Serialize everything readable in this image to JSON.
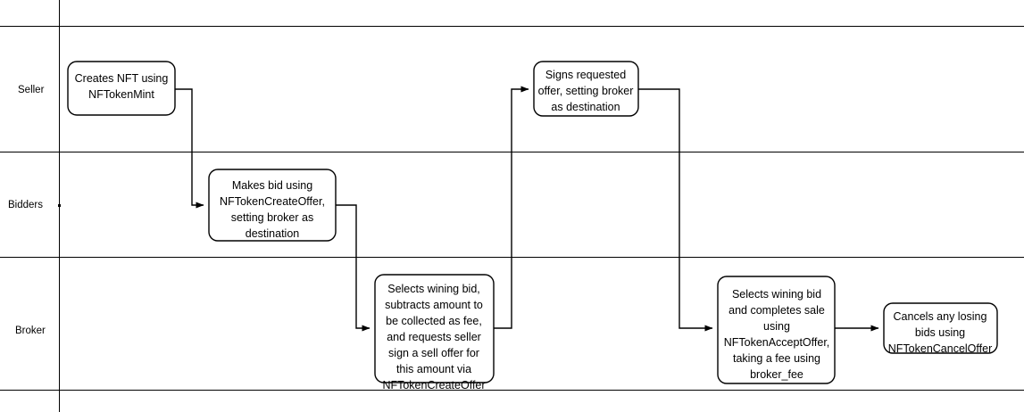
{
  "diagram": {
    "title": "NFT brokered sale swimlane flow",
    "type": "swimlane-flowchart",
    "colors": {
      "background": "#ffffff",
      "stroke": "#000000",
      "node_fill": "#ffffff"
    },
    "lanes": [
      {
        "id": "seller",
        "label": "Seller"
      },
      {
        "id": "bidders",
        "label": "Bidders"
      },
      {
        "id": "broker",
        "label": "Broker"
      }
    ],
    "nodes": [
      {
        "id": "node-creates-nft",
        "lane": "seller",
        "lines": [
          "Creates NFT using",
          "NFTokenMint"
        ]
      },
      {
        "id": "node-makes-bid",
        "lane": "bidders",
        "lines": [
          "Makes bid using",
          "NFTokenCreateOffer,",
          "setting broker as",
          "destination"
        ]
      },
      {
        "id": "node-selects-wining-bid",
        "lane": "broker",
        "lines": [
          "Selects wining bid,",
          "subtracts amount to",
          "be collected as fee,",
          "and requests seller",
          "sign a sell offer for",
          "this amount via",
          "NFTokenCreateOffer"
        ]
      },
      {
        "id": "node-signs-requested-offer",
        "lane": "seller",
        "lines": [
          "Signs requested",
          "offer, setting broker",
          "as destination"
        ]
      },
      {
        "id": "node-completes-sale",
        "lane": "broker",
        "lines": [
          "Selects wining bid",
          "and completes sale",
          "using",
          "NFTokenAcceptOffer,",
          "taking a fee using",
          "broker_fee"
        ]
      },
      {
        "id": "node-cancels-losing",
        "lane": "broker",
        "lines": [
          "Cancels any losing",
          "bids using",
          "NFTokenCancelOffer"
        ]
      }
    ],
    "edges": [
      {
        "id": "edge-creates-to-bid",
        "from": "node-creates-nft",
        "to": "node-makes-bid"
      },
      {
        "id": "edge-bid-to-select",
        "from": "node-makes-bid",
        "to": "node-selects-wining-bid"
      },
      {
        "id": "edge-select-to-signs",
        "from": "node-selects-wining-bid",
        "to": "node-signs-requested-offer"
      },
      {
        "id": "edge-signs-to-complete",
        "from": "node-signs-requested-offer",
        "to": "node-completes-sale"
      },
      {
        "id": "edge-complete-to-cancel",
        "from": "node-completes-sale",
        "to": "node-cancels-losing"
      }
    ]
  }
}
